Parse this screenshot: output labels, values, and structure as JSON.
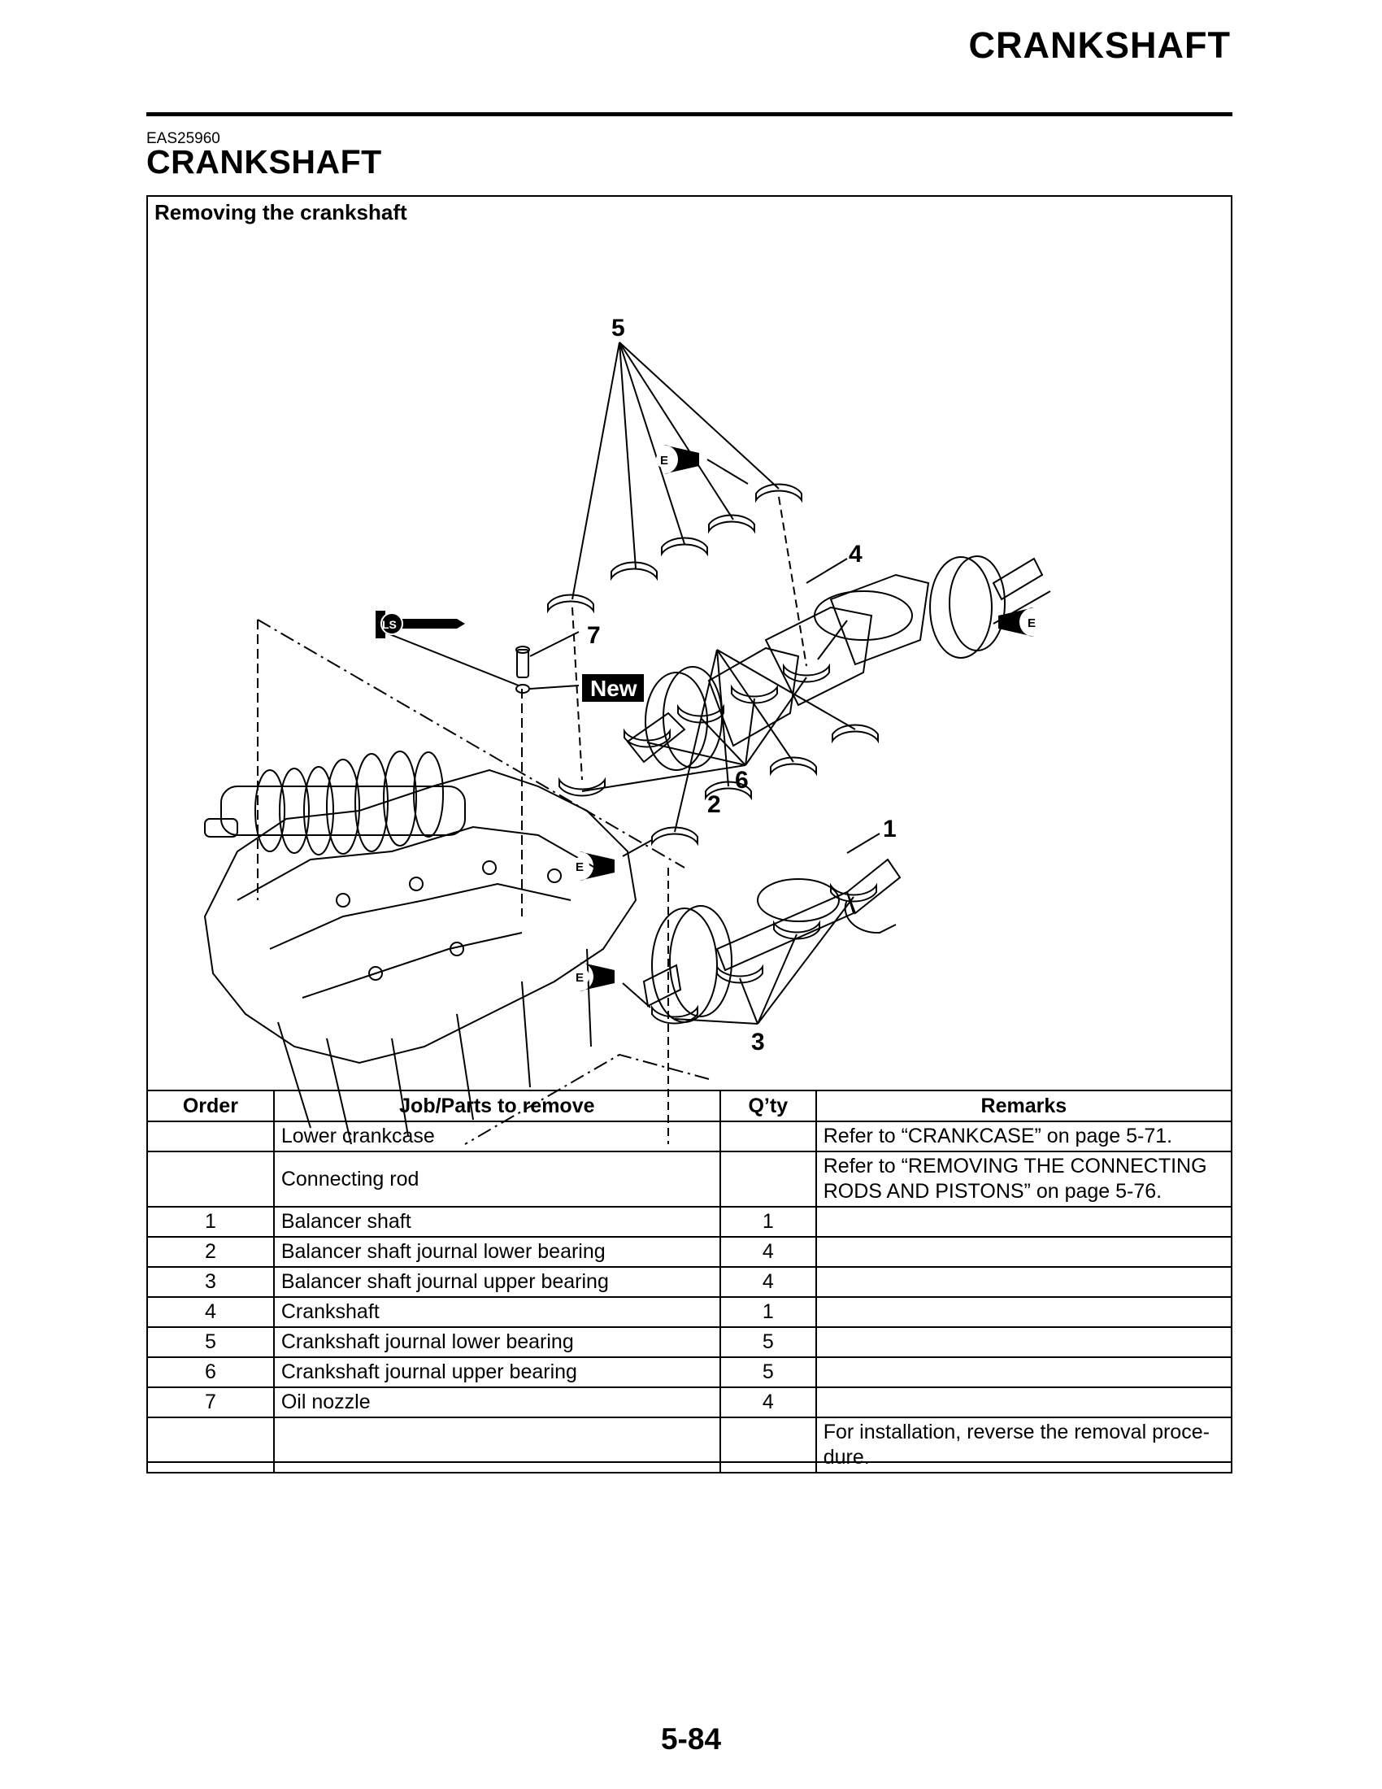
{
  "header": {
    "title": "CRANKSHAFT"
  },
  "section": {
    "code": "EAS25960",
    "title": "CRANKSHAFT"
  },
  "figure": {
    "caption": "Removing the crankshaft",
    "callouts": [
      "1",
      "2",
      "3",
      "4",
      "5",
      "6",
      "7"
    ],
    "new_tag": "New",
    "symbols": {
      "engine_oil": "E",
      "lithium_grease": "LS"
    }
  },
  "table": {
    "headers": [
      "Order",
      "Job/Parts to remove",
      "Q’ty",
      "Remarks"
    ],
    "rows": [
      {
        "order": "",
        "part": "Lower crankcase",
        "qty": "",
        "remarks": "Refer to “CRANKCASE” on page 5-71."
      },
      {
        "order": "",
        "part": "Connecting rod",
        "qty": "",
        "remarks": "Refer to “REMOVING THE CONNECTING RODS AND PISTONS” on page 5-76."
      },
      {
        "order": "1",
        "part": "Balancer shaft",
        "qty": "1",
        "remarks": ""
      },
      {
        "order": "2",
        "part": "Balancer shaft journal lower bearing",
        "qty": "4",
        "remarks": ""
      },
      {
        "order": "3",
        "part": "Balancer shaft journal upper bearing",
        "qty": "4",
        "remarks": ""
      },
      {
        "order": "4",
        "part": "Crankshaft",
        "qty": "1",
        "remarks": ""
      },
      {
        "order": "5",
        "part": "Crankshaft journal lower bearing",
        "qty": "5",
        "remarks": ""
      },
      {
        "order": "6",
        "part": "Crankshaft journal upper bearing",
        "qty": "5",
        "remarks": ""
      },
      {
        "order": "7",
        "part": "Oil nozzle",
        "qty": "4",
        "remarks": ""
      },
      {
        "order": "",
        "part": "",
        "qty": "",
        "remarks": "For installation, reverse the removal proce-dure."
      }
    ]
  },
  "footer": {
    "page_number": "5-84"
  }
}
